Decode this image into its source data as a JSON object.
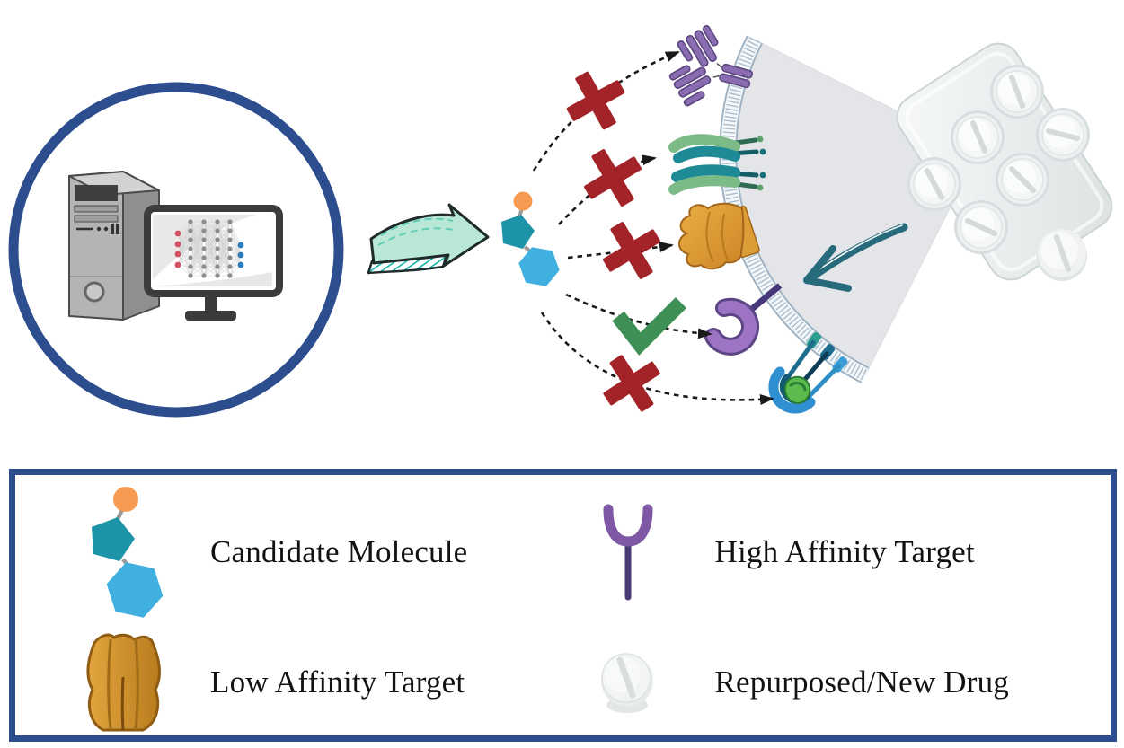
{
  "colors": {
    "accent_blue": "#2c4d8e",
    "reject_red": "#a32428",
    "accept_green": "#3f9057",
    "membrane_gray": "#e4e5e9",
    "molecule_teal": "#1d93a8",
    "molecule_blue": "#3fb0e0",
    "molecule_orange": "#f89b52",
    "high_affinity_purple": "#7e57a5",
    "low_affinity_orange": "#cd8526",
    "antibody_purple": "#8a6cb0",
    "prediction_arrow_mint": "#b9e9d6",
    "drug_arrow_teal": "#266a7c"
  },
  "diagram": {
    "computer": {
      "icon": "computer-neural-network-icon"
    },
    "flow_arrow": {
      "icon": "curved-arrow-icon"
    },
    "candidate_molecule": {
      "icon": "candidate-molecule-icon"
    },
    "membrane": {
      "icon": "cell-membrane-arc"
    },
    "screening_results": [
      {
        "target": "antibody-receptor",
        "mark": "cross",
        "result": "rejected"
      },
      {
        "target": "dimeric-receptor",
        "mark": "cross",
        "result": "rejected"
      },
      {
        "target": "low-affinity-target",
        "mark": "cross",
        "result": "rejected"
      },
      {
        "target": "high-affinity-target",
        "mark": "check",
        "result": "accepted"
      },
      {
        "target": "receptor-complex",
        "mark": "cross",
        "result": "rejected"
      }
    ],
    "drug_product": {
      "icon": "pill-blister-pack-icon",
      "pill_count": 6,
      "loose_pills": 1
    }
  },
  "legend": {
    "items": [
      {
        "label": "Candidate Molecule",
        "icon": "candidate-molecule-icon"
      },
      {
        "label": "High Affinity Target",
        "icon": "high-affinity-target-icon"
      },
      {
        "label": "Low Affinity Target",
        "icon": "low-affinity-target-icon"
      },
      {
        "label": "Repurposed/New Drug",
        "icon": "repurposed-new-drug-icon"
      }
    ]
  }
}
